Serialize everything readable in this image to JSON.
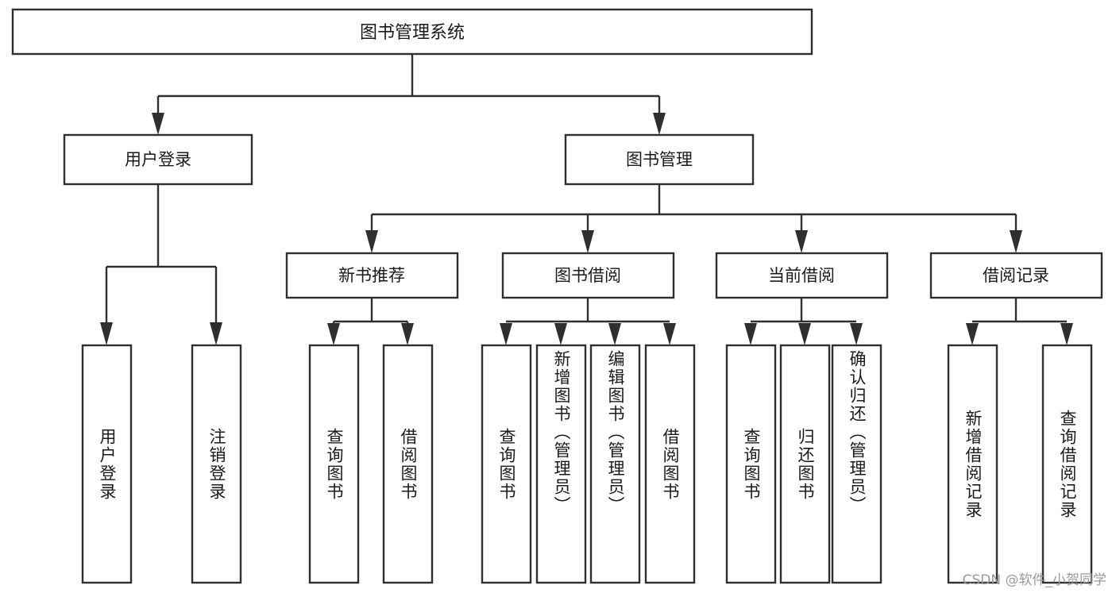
{
  "diagram": {
    "title": "图书管理系统",
    "type": "tree",
    "watermark": "CSDN @软件_小贺同学",
    "levels": {
      "root": {
        "label": "图书管理系统"
      },
      "level2": [
        {
          "id": "user-login",
          "label": "用户登录"
        },
        {
          "id": "book-manage",
          "label": "图书管理"
        }
      ],
      "level3": [
        {
          "id": "new-book-recommend",
          "label": "新书推荐",
          "parent": "book-manage"
        },
        {
          "id": "book-borrow",
          "label": "图书借阅",
          "parent": "book-manage"
        },
        {
          "id": "current-borrow",
          "label": "当前借阅",
          "parent": "book-manage"
        },
        {
          "id": "borrow-record",
          "label": "借阅记录",
          "parent": "book-manage"
        }
      ],
      "level4": [
        {
          "id": "leaf-user-login",
          "label": "用户登录",
          "parent": "user-login"
        },
        {
          "id": "leaf-logout",
          "label": "注销登录",
          "parent": "user-login"
        },
        {
          "id": "leaf-query-book-1",
          "label": "查询图书",
          "parent": "new-book-recommend"
        },
        {
          "id": "leaf-borrow-book-1",
          "label": "借阅图书",
          "parent": "new-book-recommend"
        },
        {
          "id": "leaf-query-book-2",
          "label": "查询图书",
          "parent": "book-borrow"
        },
        {
          "id": "leaf-add-book",
          "label": "新增图书（管理员）",
          "parent": "book-borrow"
        },
        {
          "id": "leaf-edit-book",
          "label": "编辑图书（管理员）",
          "parent": "book-borrow"
        },
        {
          "id": "leaf-borrow-book-2",
          "label": "借阅图书",
          "parent": "book-borrow"
        },
        {
          "id": "leaf-query-book-3",
          "label": "查询图书",
          "parent": "current-borrow"
        },
        {
          "id": "leaf-return-book",
          "label": "归还图书",
          "parent": "current-borrow"
        },
        {
          "id": "leaf-confirm-return",
          "label": "确认归还（管理员）",
          "parent": "current-borrow"
        },
        {
          "id": "leaf-add-record",
          "label": "新增借阅记录",
          "parent": "borrow-record"
        },
        {
          "id": "leaf-query-record",
          "label": "查询借阅记录",
          "parent": "borrow-record"
        }
      ]
    },
    "colors": {
      "stroke": "#2f2f2f",
      "fill": "#ffffff",
      "text": "#1a1a1a",
      "watermark": "#9a9a9a"
    }
  }
}
